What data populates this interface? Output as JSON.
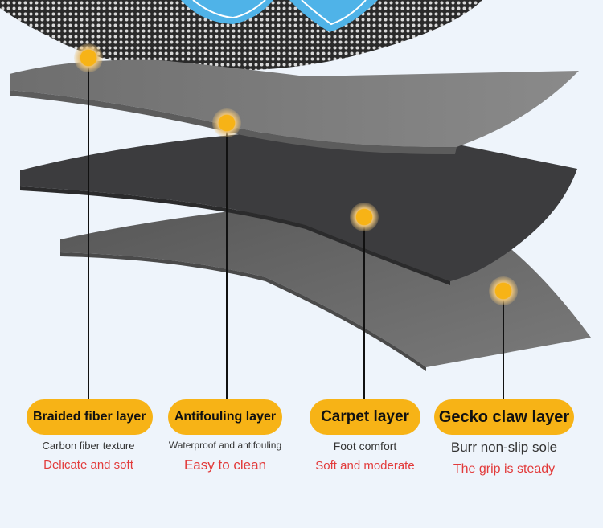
{
  "layers": [
    {
      "name": "Braided fiber layer",
      "feature": "Carbon fiber texture",
      "benefit": "Delicate and soft"
    },
    {
      "name": "Antifouling layer",
      "feature": "Waterproof and antifouling",
      "benefit": "Easy to clean"
    },
    {
      "name": "Carpet layer",
      "feature": "Foot comfort",
      "benefit": "Soft and moderate"
    },
    {
      "name": "Gecko claw layer",
      "feature": "Burr non-slip sole",
      "benefit": "The grip is steady"
    }
  ],
  "colors": {
    "accent": "#f7b316",
    "benefit_text": "#e23b3b",
    "feature_text": "#333333",
    "background": "#eef4fb"
  }
}
